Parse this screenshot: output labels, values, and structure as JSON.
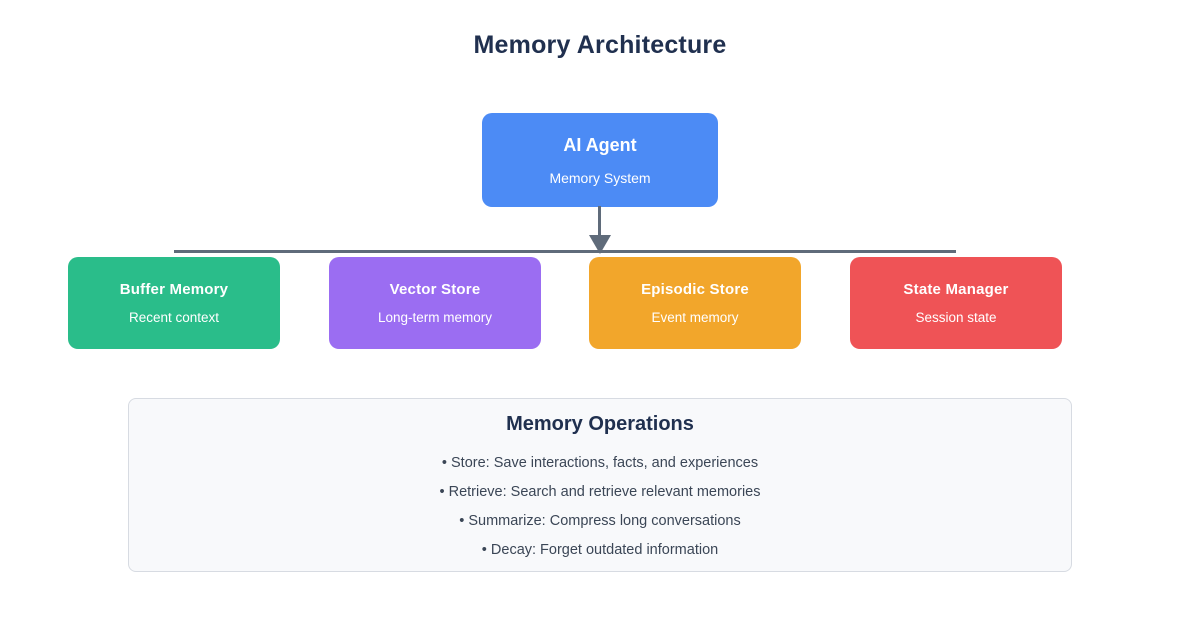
{
  "diagram": {
    "title": "Memory Architecture",
    "root": {
      "title": "AI Agent",
      "subtitle": "Memory System",
      "color": "#4c8bf5"
    },
    "children": [
      {
        "title": "Buffer Memory",
        "subtitle": "Recent context",
        "color": "#2abd8a"
      },
      {
        "title": "Vector Store",
        "subtitle": "Long-term memory",
        "color": "#9b6df2"
      },
      {
        "title": "Episodic Store",
        "subtitle": "Event memory",
        "color": "#f2a62b"
      },
      {
        "title": "State Manager",
        "subtitle": "Session state",
        "color": "#ef5356"
      }
    ],
    "connector_color": "#5f6b7a",
    "colors": {
      "heading": "#20304f",
      "body_text": "#3b4656",
      "node_text": "#ffffff",
      "panel_bg": "#f8f9fb",
      "panel_border": "#d7dbe2"
    }
  },
  "operations": {
    "title": "Memory Operations",
    "items": [
      "• Store: Save interactions, facts, and experiences",
      "• Retrieve: Search and retrieve relevant memories",
      "• Summarize: Compress long conversations",
      "• Decay: Forget outdated information"
    ]
  }
}
